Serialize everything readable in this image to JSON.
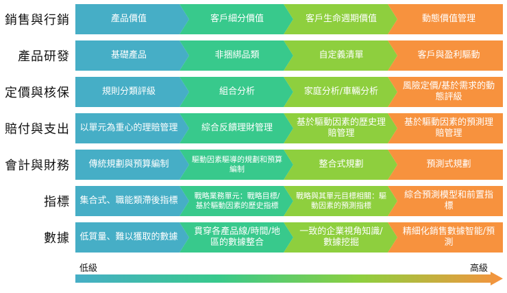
{
  "colors": [
    "#46aec6",
    "#38c98c",
    "#8ecf3e",
    "#f7923e"
  ],
  "rows": [
    {
      "label": "銷售與行銷",
      "cells": [
        "產品價值",
        "客戶細分價值",
        "客戶生命週期價值",
        "動態價值管理"
      ]
    },
    {
      "label": "產品研發",
      "cells": [
        "基礎產品",
        "非捆綁品類",
        "自定義清單",
        "客戶與盈利驅動"
      ]
    },
    {
      "label": "定價與核保",
      "cells": [
        "規則分類評級",
        "組合分析",
        "家庭分析/車輛分析",
        "風險定價/基於需求的動態評級"
      ]
    },
    {
      "label": "賠付與支出",
      "cells": [
        "以單元為重心的理賠管理",
        "綜合反饋理財管理",
        "基於驅動因素的歷史理賠管理",
        "基於驅動因素的預測理賠管理"
      ]
    },
    {
      "label": "會計與財務",
      "cells": [
        "傳統規劃與預算編制",
        "驅動因素驅導的規劃和預算編制",
        "整合式規劃",
        "預測式規劃"
      ]
    },
    {
      "label": "指標",
      "cells": [
        "集合式、職能類滯後指標",
        "戰略業務單元：戰略目標/基於驅動因素的歷史指標",
        "戰略與其單元目標相關：驅動因素的預測指標",
        "綜合預測模型和前置指標"
      ]
    },
    {
      "label": "數據",
      "cells": [
        "低質量、難以獲取的數據",
        "貫穿各產品線/時間/地區的數據整合",
        "一致的企業視角知識/數據挖掘",
        "精細化銷售數據智能/預測"
      ]
    }
  ],
  "axis": {
    "low": "低級",
    "high": "高級"
  }
}
